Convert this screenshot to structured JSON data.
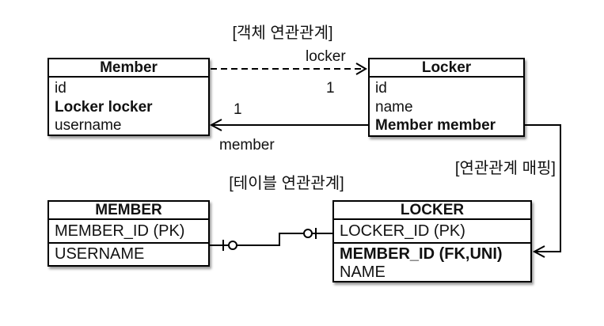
{
  "diagram": {
    "object_section": {
      "label": "[객체 연관관계]",
      "member_class": {
        "title": "Member",
        "field_id": "id",
        "field_locker": "Locker locker",
        "field_username": "username"
      },
      "locker_class": {
        "title": "Locker",
        "field_id": "id",
        "field_name": "name",
        "field_member": "Member member"
      },
      "locker_assoc": {
        "label": "locker",
        "multiplicity": "1"
      },
      "member_assoc": {
        "label": "member",
        "multiplicity": "1"
      }
    },
    "mapping_label": "[연관관계 매핑]",
    "table_section": {
      "label": "[테이블 연관관계]",
      "member_table": {
        "title": "MEMBER",
        "row_pk": "MEMBER_ID (PK)",
        "row_username": "USERNAME"
      },
      "locker_table": {
        "title": "LOCKER",
        "row_pk": "LOCKER_ID (PK)",
        "row_fk": "MEMBER_ID (FK,UNI)",
        "row_name": "NAME"
      }
    },
    "colors": {
      "line": "#000000",
      "box_background": "#ffffff",
      "text": "#111111",
      "page_background": "#ffffff"
    }
  }
}
